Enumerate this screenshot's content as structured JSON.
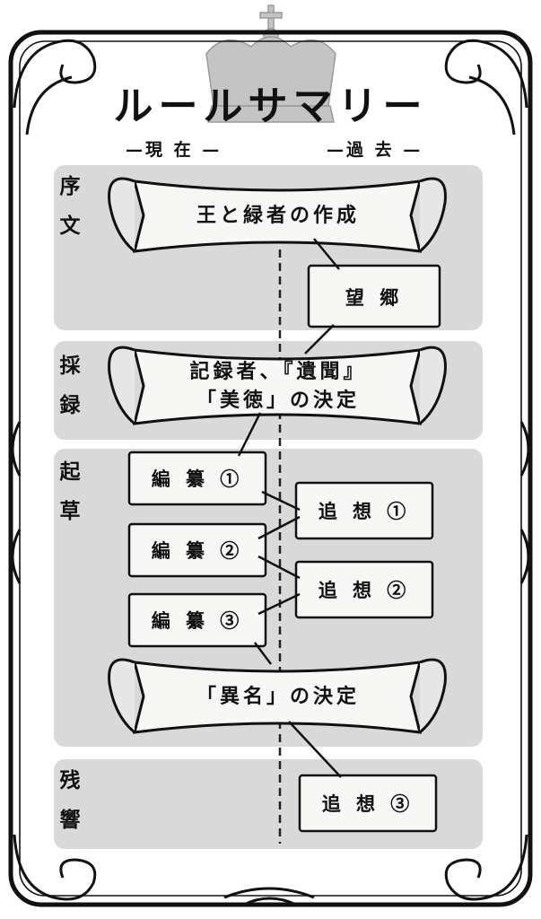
{
  "title": "ルールサマリー",
  "headers": {
    "present": "—現 在 —",
    "past": "—過 去 —"
  },
  "sections": [
    "序文",
    "採録",
    "起草",
    "残響"
  ],
  "banners": [
    {
      "label": "王と緑者の作成"
    },
    {
      "line1": "記録者、『遺聞』",
      "line2": "「美徳」の決定"
    },
    {
      "label": "「異名」の決定"
    }
  ],
  "boxes": [
    "望 郷",
    "編 纂 ①",
    "編 纂 ②",
    "編 纂 ③",
    "追 想 ①",
    "追 想 ②",
    "追 想 ③"
  ],
  "colors": {
    "panel": "#d9d9d9",
    "ink": "#111111",
    "paper": "#f7f7f5",
    "crown": "#bfbfbf"
  }
}
